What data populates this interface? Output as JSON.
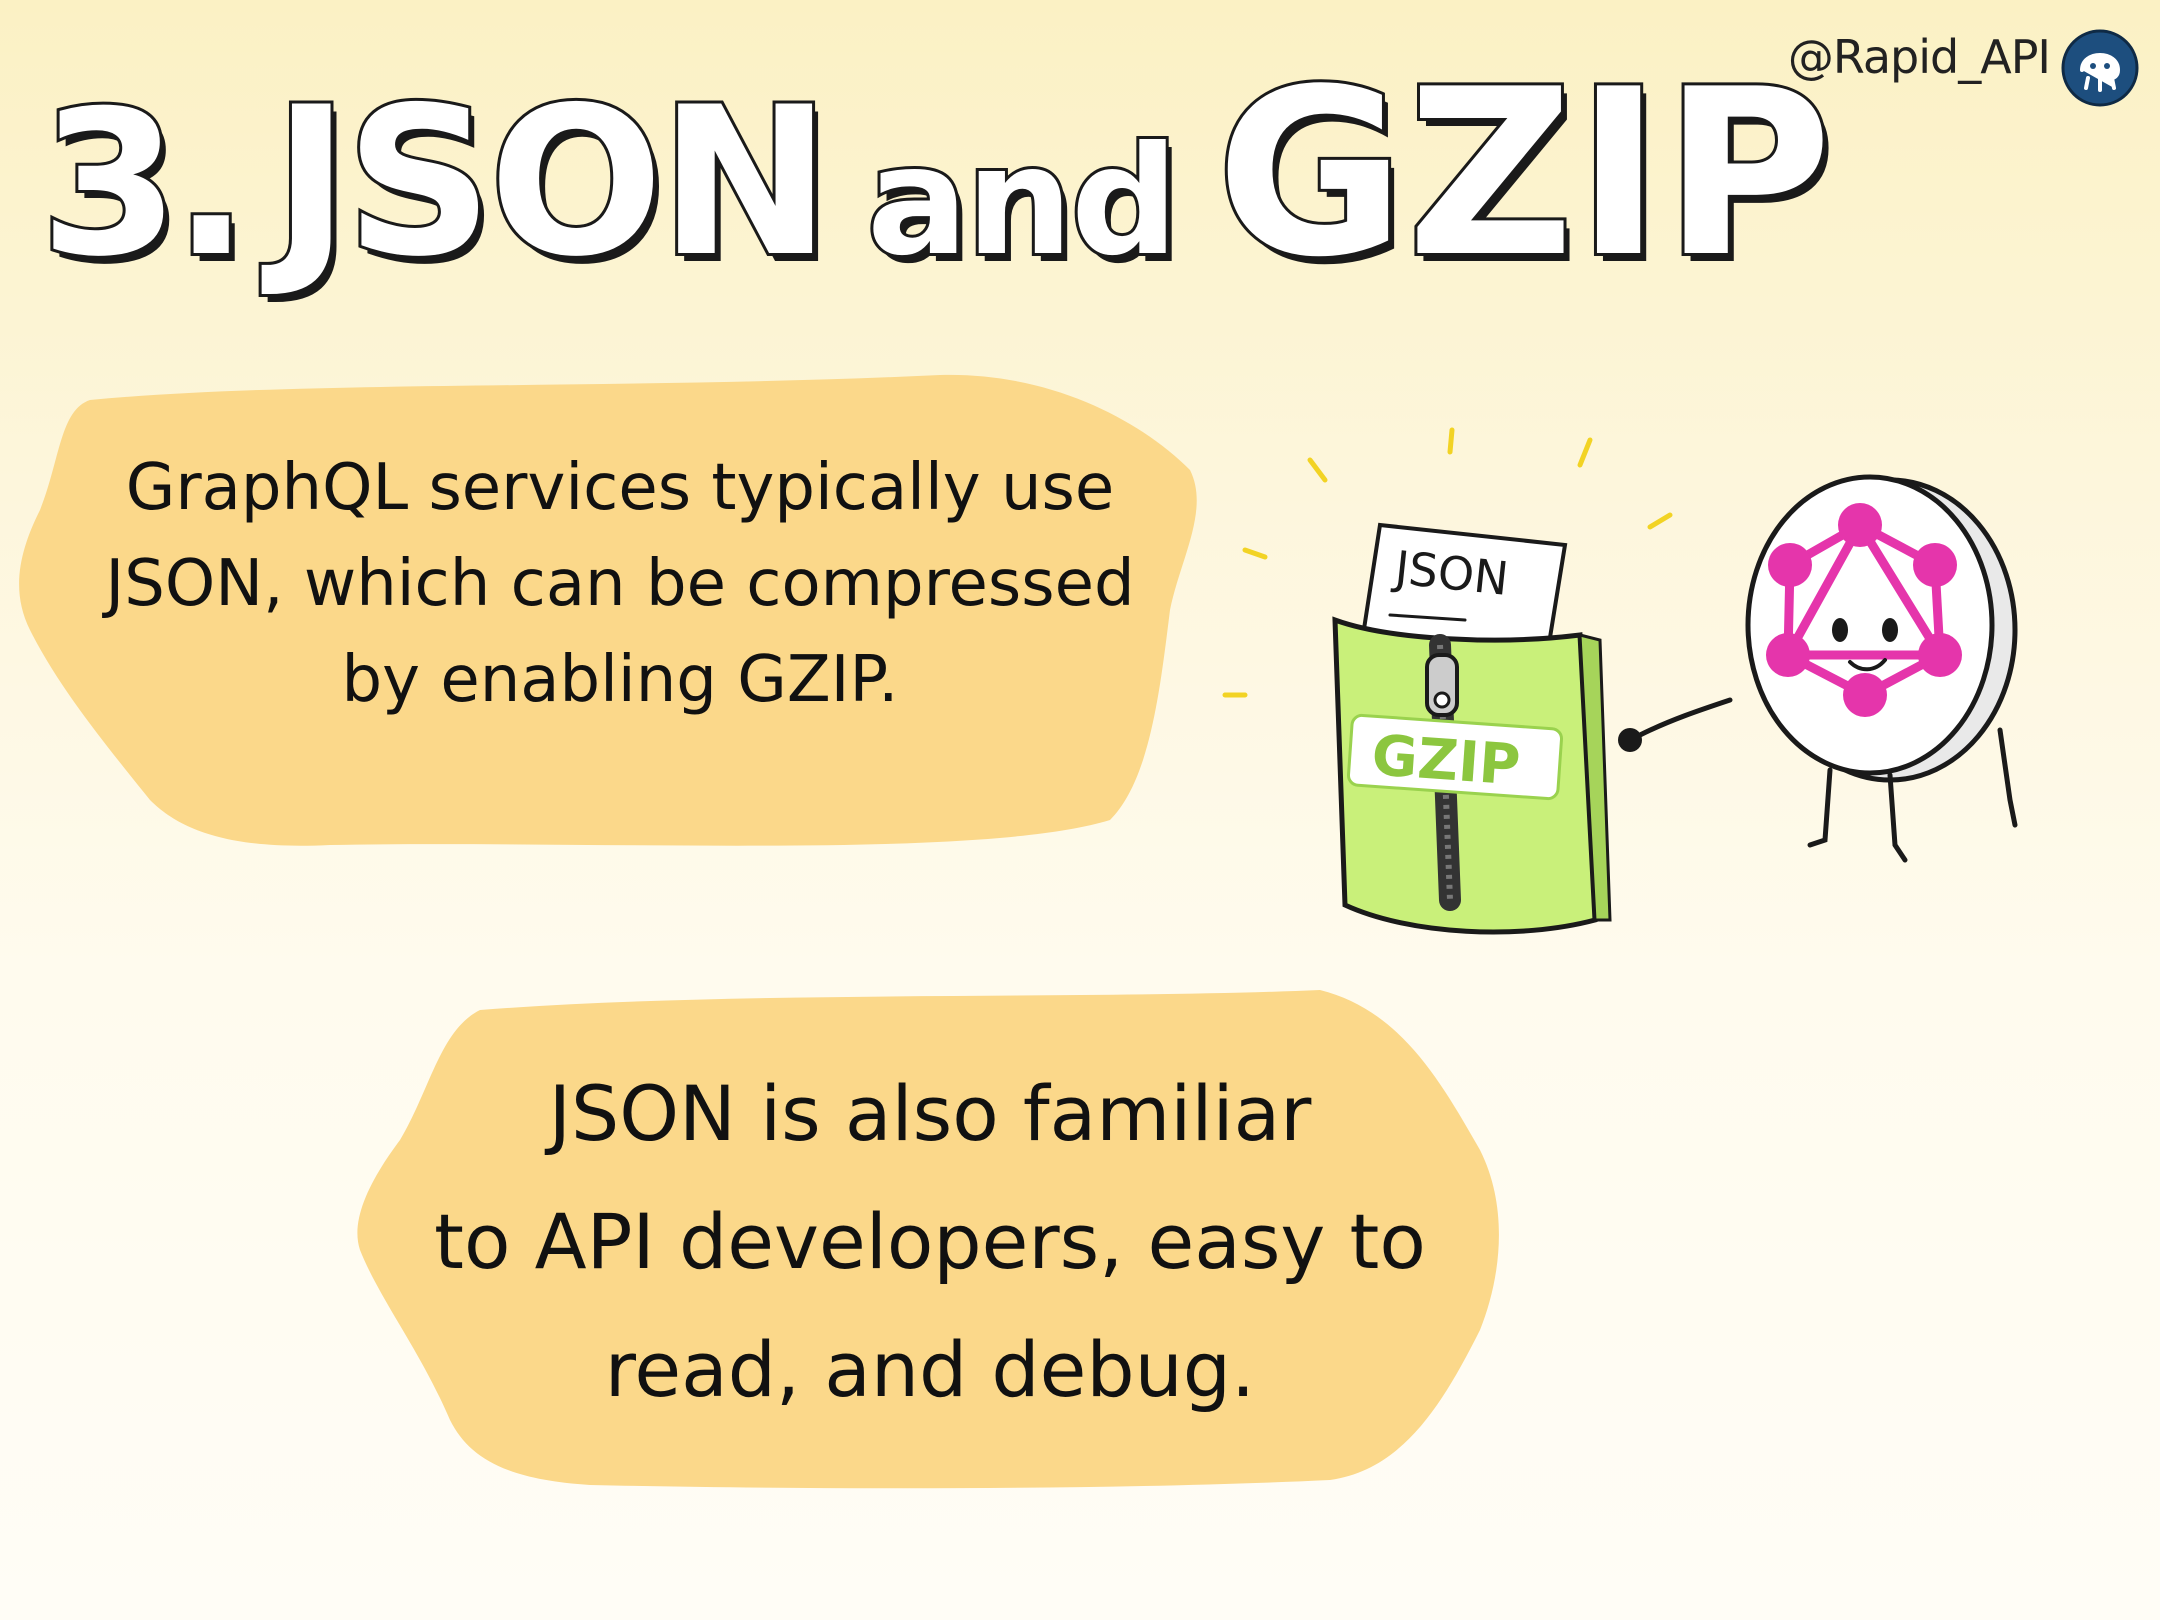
{
  "header": {
    "handle": "@Rapid_API",
    "logo_icon": "rapidapi-octopus-icon"
  },
  "title": {
    "number": "3.",
    "part1": "JSON",
    "part2": "and",
    "part3": "GZIP"
  },
  "bubble1": {
    "lines": [
      "GraphQL services typically use",
      "JSON, which can be compressed",
      "by enabling GZIP."
    ]
  },
  "bubble2": {
    "lines": [
      "JSON is also familiar",
      "to API developers, easy to",
      "read, and debug."
    ]
  },
  "illustration": {
    "paper_label": "JSON",
    "pouch_label": "GZIP",
    "colors": {
      "pouch": "#c9f07a",
      "label": "#9ad24e",
      "graphql": "#e535ab",
      "bubble": "#fbd88a"
    }
  }
}
